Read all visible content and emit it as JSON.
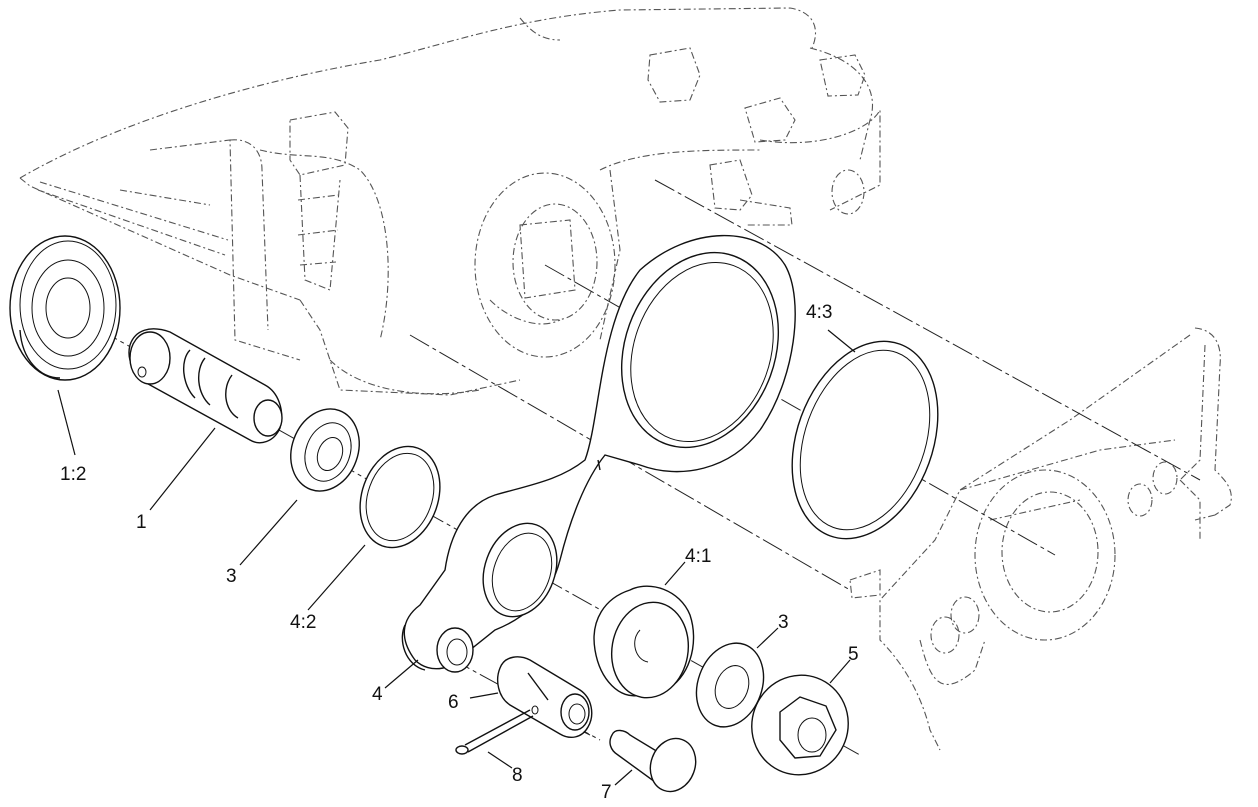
{
  "callouts": [
    {
      "id": "c-1-2",
      "text": "1:2"
    },
    {
      "id": "c-1",
      "text": "1"
    },
    {
      "id": "c-3a",
      "text": "3"
    },
    {
      "id": "c-4-2",
      "text": "4:2"
    },
    {
      "id": "c-4",
      "text": "4"
    },
    {
      "id": "c-6",
      "text": "6"
    },
    {
      "id": "c-8",
      "text": "8"
    },
    {
      "id": "c-7",
      "text": "7"
    },
    {
      "id": "c-4-1",
      "text": "4:1"
    },
    {
      "id": "c-3b",
      "text": "3"
    },
    {
      "id": "c-5",
      "text": "5"
    },
    {
      "id": "c-4-3",
      "text": "4:3"
    }
  ]
}
